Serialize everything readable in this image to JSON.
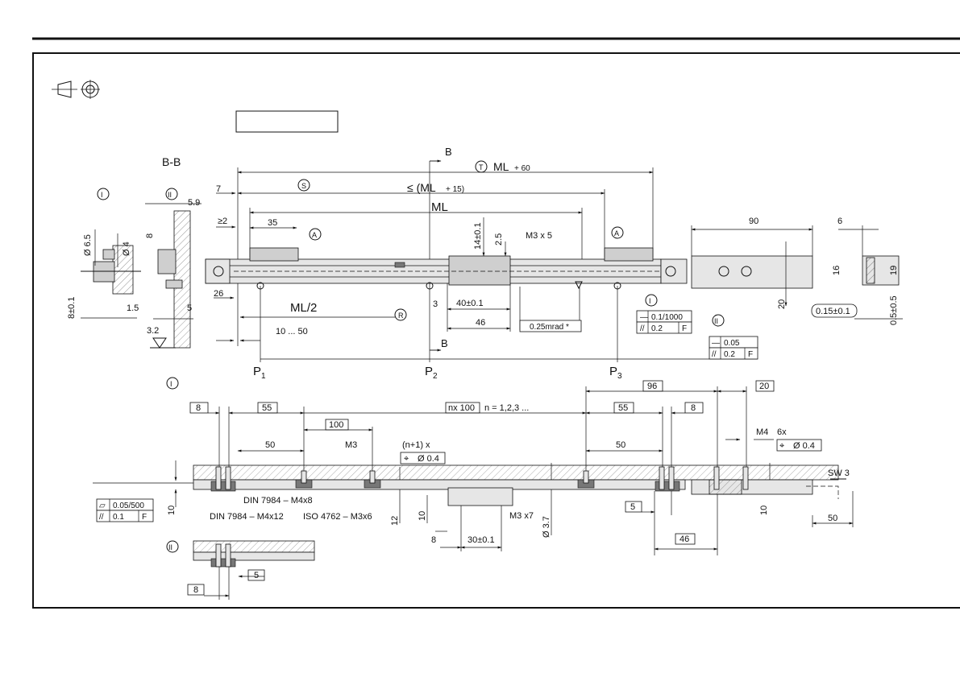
{
  "section": "B-B",
  "markers": {
    "roman1": "I",
    "roman2": "II",
    "circ_T": "T",
    "circ_S": "S",
    "circ_A": "A",
    "circ_R": "R",
    "B": "B"
  },
  "points": {
    "p1": "P",
    "p2": "P",
    "p3": "P",
    "s1": "1",
    "s2": "2",
    "s3": "3"
  },
  "top_dims": {
    "ml60_a": "ML",
    "ml60_b": "+ 60",
    "ml15_a": "≤ (ML",
    "ml15_b": "+ 15)",
    "ml": "ML",
    "ml2": "ML/2",
    "d35": "35",
    "d26": "26",
    "d7": "7",
    "ge2": "≥2",
    "d10to50": "10 ... 50",
    "d14": "14±0.1",
    "d2_5": "2.5",
    "m3x5": "M3 x 5",
    "d3": "3",
    "d40": "40±0.1",
    "d46": "46",
    "mrad": "0.25mrad *",
    "d90": "90",
    "d16": "16",
    "d20": "20",
    "d6": "6",
    "d19": "19",
    "d015": "0.15±0.1",
    "d05": "0.5±0.5"
  },
  "left_dims": {
    "d6_5": "Ø 6.5",
    "d4": "Ø 4",
    "d8": "8",
    "d8_01": "8±0.1",
    "d1_5": "1.5",
    "d5": "5",
    "d5_9": "5.9",
    "d3_2": "3.2"
  },
  "tol1": {
    "a": "0.1/1000",
    "b": "0.2",
    "c": "F"
  },
  "tol2": {
    "a": "0.05",
    "b": "0.2",
    "c": "F"
  },
  "tol3": {
    "a": "0.05/500",
    "b": "0.1",
    "c": "F"
  },
  "bottom_dims": {
    "b8": "8",
    "b55": "55",
    "b100": "100",
    "bnx": "nx 100",
    "bn": "n = 1,2,3 ...",
    "b55r": "55",
    "b8r": "8",
    "b96": "96",
    "b20": "20",
    "b50": "50",
    "bm3": "M3",
    "bn1": "(n+1) x",
    "bphi": "Ø 0.4",
    "b50r": "50",
    "bm4": "M4",
    "b6x": "6x",
    "bphi2": "Ø 0.4",
    "sw3": "SW 3",
    "b50s": "50",
    "b10": "10",
    "b12": "12",
    "b10b": "10",
    "b37": "Ø 3.7",
    "bm3x7": "M3 x7",
    "b8b": "8",
    "b30": "30±0.1",
    "b5": "5",
    "b46": "46",
    "b10r": "10",
    "din1": "DIN 7984 – M4x8",
    "din2": "DIN 7984 – M4x12",
    "iso": "ISO 4762 – M3x6",
    "ii8": "8",
    "ii5": "5"
  }
}
